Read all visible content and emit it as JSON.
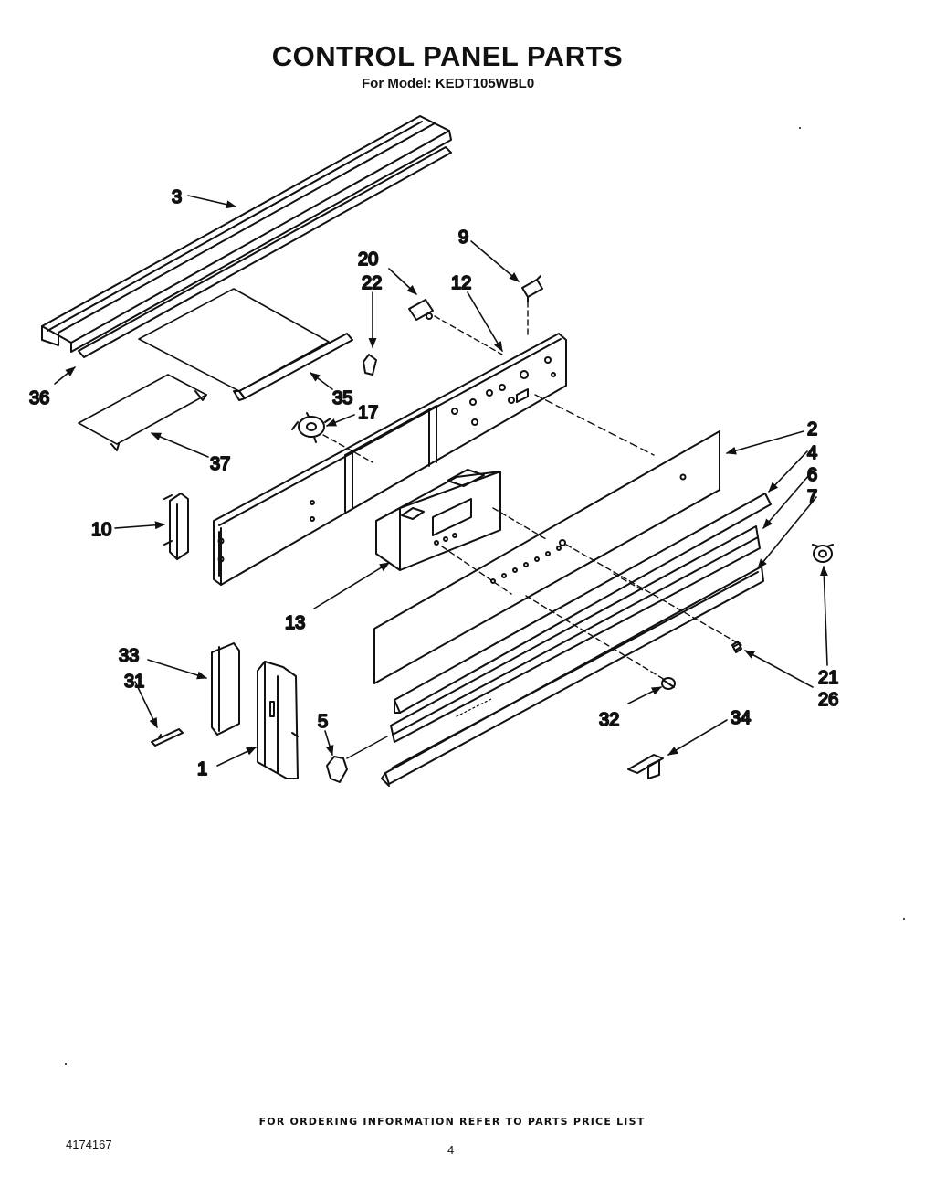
{
  "page": {
    "title": "CONTROL PANEL PARTS",
    "model": "For Model: KEDT105WBL0",
    "footer": "FOR ORDERING INFORMATION REFER TO PARTS PRICE LIST",
    "doc_number": "4174167",
    "page_number": "4"
  },
  "callouts": {
    "p1": "1",
    "p2": "2",
    "p3": "3",
    "p4": "4",
    "p5": "5",
    "p6": "6",
    "p7": "7",
    "p9": "9",
    "p10": "10",
    "p12": "12",
    "p13": "13",
    "p17": "17",
    "p20": "20",
    "p21": "21",
    "p22": "22",
    "p26": "26",
    "p31": "31",
    "p32": "32",
    "p33": "33",
    "p34": "34",
    "p35": "35",
    "p36": "36",
    "p37": "37"
  }
}
